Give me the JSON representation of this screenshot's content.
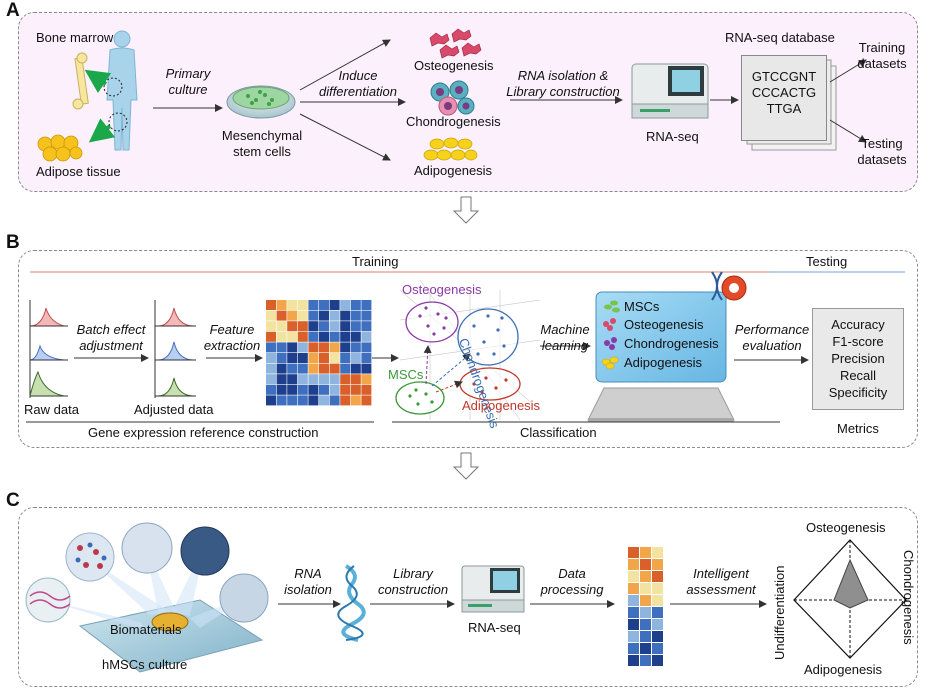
{
  "panels": {
    "a": "A",
    "b": "B",
    "c": "C"
  },
  "panel_a": {
    "bone_marrow": "Bone marrow",
    "adipose_tissue": "Adipose tissue",
    "primary_culture_1": "Primary",
    "primary_culture_2": "culture",
    "msc_1": "Mesenchymal",
    "msc_2": "stem cells",
    "induce_1": "Induce",
    "induce_2": "differentiation",
    "osteogenesis": "Osteogenesis",
    "chondrogenesis": "Chondrogenesis",
    "adipogenesis": "Adipogenesis",
    "rna_1": "RNA isolation &",
    "rna_2": "Library construction",
    "rnaseq": "RNA-seq",
    "db_title": "RNA-seq database",
    "seq_1": "GTCCGNT",
    "seq_2": "CCCACTG",
    "seq_3": "TTGA",
    "training_1": "Training",
    "training_2": "datasets",
    "testing_1": "Testing",
    "testing_2": "datasets"
  },
  "panel_b": {
    "training": "Training",
    "testing": "Testing",
    "batch_1": "Batch effect",
    "batch_2": "adjustment",
    "feature_1": "Feature",
    "feature_2": "extraction",
    "raw_data": "Raw data",
    "adjusted_data": "Adjusted data",
    "osteogenesis": "Osteogenesis",
    "chondrogenesis": "Chondrogenesis",
    "mscs": "MSCs",
    "adipogenesis": "Adipogenesis",
    "ml_1": "Machine",
    "ml_2": "learning",
    "screen_items": [
      "MSCs",
      "Osteogenesis",
      "Chondrogenesis",
      "Adipogenesis"
    ],
    "perf_1": "Performance",
    "perf_2": "evaluation",
    "metrics": [
      "Accuracy",
      "F1-score",
      "Precision",
      "Recall",
      "Specificity"
    ],
    "gene_ref": "Gene expression reference construction",
    "classification": "Classification",
    "metrics_label": "Metrics",
    "colors": {
      "osteo": "#8a3aa6",
      "chondro": "#3a6fb0",
      "msc": "#3a9a3a",
      "adipo": "#c0392b"
    }
  },
  "panel_c": {
    "biomaterials": "Biomaterials",
    "hmsc": "hMSCs culture",
    "rna_1": "RNA",
    "rna_2": "isolation",
    "lib_1": "Library",
    "lib_2": "construction",
    "rnaseq": "RNA-seq",
    "data_1": "Data",
    "data_2": "processing",
    "intel_1": "Intelligent",
    "intel_2": "assessment",
    "osteogenesis": "Osteogenesis",
    "adipogenesis": "Adipogenesis",
    "undiff": "Undifferentiation",
    "chondro": "Chondrogenesis"
  }
}
